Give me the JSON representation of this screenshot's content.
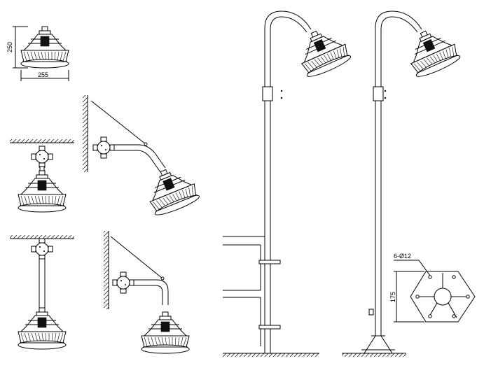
{
  "dimensions": {
    "lamp_height": "250",
    "lamp_width": "255",
    "bolt_holes": "6-Ø12",
    "base_dim": "175"
  },
  "views": [
    "lamp-front-view",
    "ceiling-mount-short",
    "wall-mount-bracket-upper",
    "ceiling-mount-pendant",
    "wall-mount-bracket-lower",
    "pole-mount-with-clamps",
    "pole-mount-with-base-flange",
    "base-flange-plan"
  ]
}
